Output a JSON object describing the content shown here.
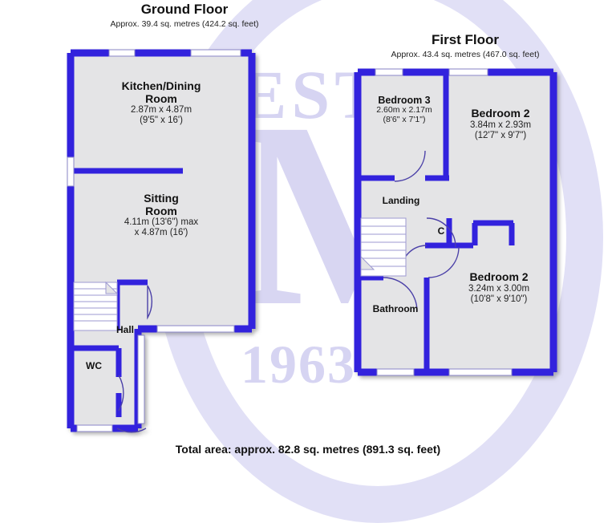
{
  "document": {
    "type": "floorplan",
    "total_area_text": "Total area: approx. 82.8 sq. metres (891.3 sq. feet)"
  },
  "watermark": {
    "est_text": "EST",
    "monogram": "M",
    "year": "1963"
  },
  "floors": [
    {
      "id": "ground",
      "title": "Ground Floor",
      "area_text": "Approx. 39.4 sq. metres (424.2 sq. feet)",
      "rooms": [
        {
          "name": "Kitchen/Dining\nRoom",
          "name_line1": "Kitchen/Dining",
          "name_line2": "Room",
          "dim_metric": "2.87m x 4.87m",
          "dim_imperial": "(9'5\" x 16')"
        },
        {
          "name": "Sitting Room",
          "name_line1": "Sitting",
          "name_line2": "Room",
          "dim_metric": "4.11m (13'6\") max",
          "dim_imperial": "x 4.87m (16')"
        },
        {
          "name": "Hall",
          "name_line1": "Hall",
          "name_line2": "",
          "dim_metric": "",
          "dim_imperial": ""
        },
        {
          "name": "WC",
          "name_line1": "WC",
          "name_line2": "",
          "dim_metric": "",
          "dim_imperial": ""
        }
      ]
    },
    {
      "id": "first",
      "title": "First Floor",
      "area_text": "Approx. 43.4 sq. metres (467.0 sq. feet)",
      "rooms": [
        {
          "name": "Bedroom 3",
          "name_line1": "Bedroom 3",
          "name_line2": "",
          "dim_metric": "2.60m x 2.17m",
          "dim_imperial": "(8'6\" x 7'1\")"
        },
        {
          "name": "Bedroom 2",
          "name_line1": "Bedroom 2",
          "name_line2": "",
          "dim_metric": "3.84m x 2.93m",
          "dim_imperial": "(12'7\" x 9'7\")"
        },
        {
          "name": "Bedroom 2",
          "name_line1": "Bedroom 2",
          "name_line2": "",
          "dim_metric": "3.24m x 3.00m",
          "dim_imperial": "(10'8\" x 9'10\")"
        },
        {
          "name": "Landing",
          "name_line1": "Landing",
          "name_line2": "",
          "dim_metric": "",
          "dim_imperial": ""
        },
        {
          "name": "C",
          "name_line1": "C",
          "name_line2": "",
          "dim_metric": "",
          "dim_imperial": ""
        },
        {
          "name": "Bathroom",
          "name_line1": "Bathroom",
          "name_line2": "",
          "dim_metric": "",
          "dim_imperial": ""
        }
      ]
    }
  ],
  "colors": {
    "wall": "#3322dd",
    "wall_dark": "#2a18c4",
    "room_fill": "#e4e4e6",
    "watermark": "#cfcdf0",
    "background": "#ffffff",
    "text": "#111111"
  }
}
